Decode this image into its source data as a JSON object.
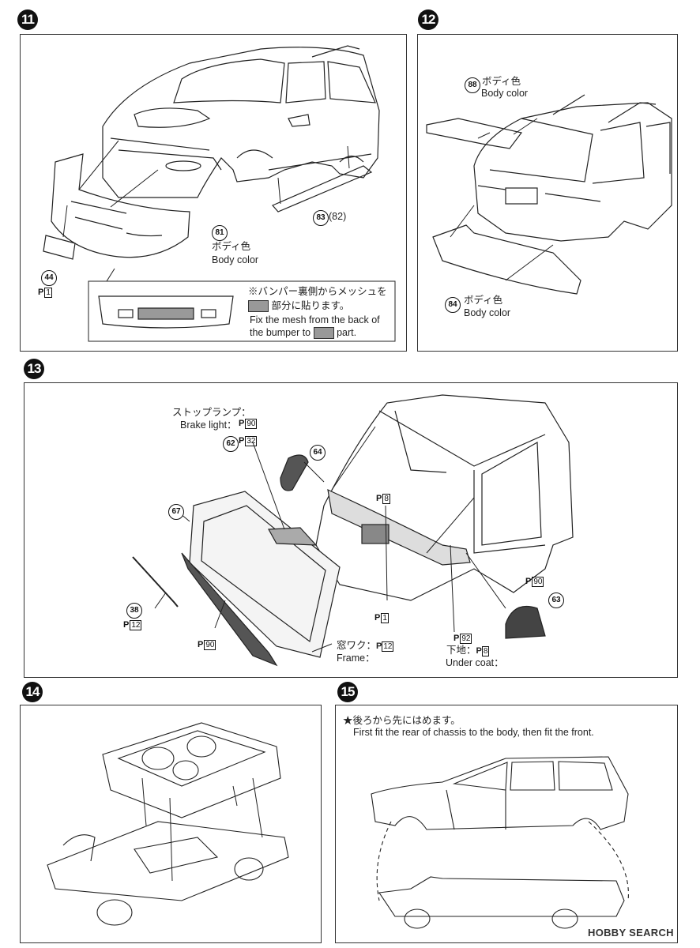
{
  "steps": {
    "s11": {
      "number": "11",
      "part81": "81",
      "part81_label1": "ボディ色",
      "part81_label2": "Body color",
      "part83": "83",
      "part82": "(82)",
      "part44": "44",
      "part44_paint_code": "1",
      "paint_prefix": "P",
      "note_jp1": "※バンパー裏側からメッシュを",
      "note_jp2": "部分に貼ります。",
      "note_en1": "Fix the mesh from the back of",
      "note_en2a": "the bumper to",
      "note_en2b": "part."
    },
    "s12": {
      "number": "12",
      "part88": "88",
      "part88_label1": "ボディ色",
      "part88_label2": "Body color",
      "part84": "84",
      "part84_label1": "ボディ色",
      "part84_label2": "Body color"
    },
    "s13": {
      "number": "13",
      "stop_lamp_jp": "ストップランプ：",
      "brake_light": "Brake light：",
      "brake_code": "90",
      "part62": "62",
      "part62_code": "32",
      "part64": "64",
      "part67": "67",
      "part38": "38",
      "part38_code": "12",
      "part67_code": "90",
      "center_code": "8",
      "plate_code": "1",
      "part63": "63",
      "part63_code": "90",
      "lamp_code": "92",
      "undercoat_jp": "下地：",
      "undercoat_code": "8",
      "undercoat_en": "Under coat：",
      "frame_jp": "窓ワク：",
      "frame_code": "12",
      "frame_en": "Frame："
    },
    "s14": {
      "number": "14"
    },
    "s15": {
      "number": "15",
      "note_jp": "★後ろから先にはめます。",
      "note_en": "First fit the rear of chassis to the body, then fit the front."
    }
  },
  "watermark": "HOBBY SEARCH",
  "colors": {
    "mesh_swatch": "#999999",
    "line": "#222222"
  }
}
